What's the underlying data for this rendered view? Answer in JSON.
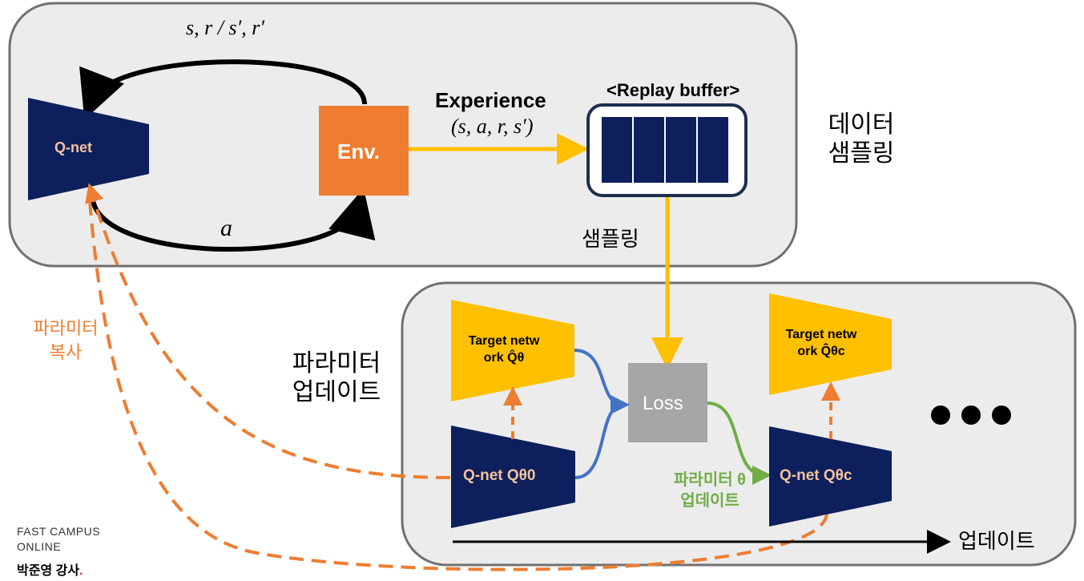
{
  "top_panel": {
    "state_label": "s, r / s′, r′",
    "action_label": "a",
    "qnet_label": "Q-net",
    "env_label": "Env.",
    "experience_title": "Experience",
    "experience_tuple": "(s, a, r, s′)",
    "replay_title": "<Replay buffer>",
    "sampling_label": "샘플링"
  },
  "side_labels": {
    "data_sampling_line1": "데이터",
    "data_sampling_line2": "샘플링",
    "param_update_line1": "파라미터",
    "param_update_line2": "업데이트",
    "param_copy_line1": "파라미터",
    "param_copy_line2": "복사"
  },
  "bottom_panel": {
    "target_net_0_line1": "Target netw",
    "target_net_0_line2": "ork Q̂θ",
    "target_net_c_line1": "Target netw",
    "target_net_c_line2": "ork Q̂θc",
    "loss_label": "Loss",
    "qnet_0_label": "Q-net Qθ0",
    "qnet_c_label": "Q-net Qθc",
    "theta_update_line1": "파라미터 θ",
    "theta_update_line2": "업데이트",
    "timeline_label": "업데이트"
  },
  "footer": {
    "brand_line1": "FAST CAMPUS",
    "brand_line2": "ONLINE",
    "instructor": "박준영 강사",
    "instructor_dot": "."
  },
  "colors": {
    "panel_fill": "#ececec",
    "panel_border": "#707070",
    "navy": "#0d1f5c",
    "env_orange": "#ee7d31",
    "target_yellow": "#ffc000",
    "loss_gray": "#a6a6a6",
    "copy_dashed_orange": "#ee7d31",
    "blue_arrow": "#4472c4",
    "green_arrow": "#70ad47",
    "qnet_text": "#f5c39d"
  }
}
